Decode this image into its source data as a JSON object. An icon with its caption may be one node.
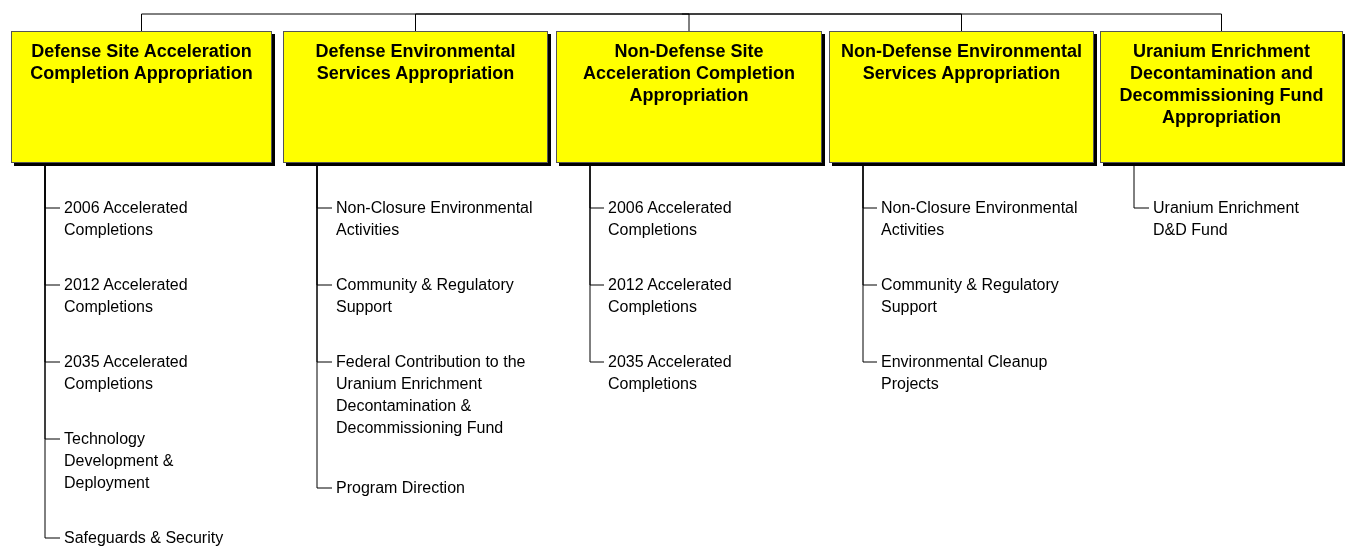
{
  "diagram": {
    "nodes": [
      {
        "text": [
          "Defense Site Acceleration Completion Appropriation"
        ]
      },
      {
        "text": [
          "Defense Environmental Services Appropriation"
        ]
      },
      {
        "text": [
          "Non-Defense Site Acceleration Completion Appropriation"
        ]
      },
      {
        "text": [
          "Non-Defense Environmental Services Appropriation"
        ]
      },
      {
        "text": [
          "Uranium Enrichment Decontamination and Decommissioning Fund Appropriation"
        ]
      },
      {
        "text": [
          "2006 Accelerated Completions"
        ]
      },
      {
        "text": [
          "2012 Accelerated Completions"
        ]
      },
      {
        "text": [
          "2035 Accelerated Completions"
        ]
      },
      {
        "text": [
          "Technology Development & Deployment"
        ]
      },
      {
        "text": [
          "Safeguards & Security"
        ]
      },
      {
        "text": [
          "Non-Closure Environmental Activities"
        ]
      },
      {
        "text": [
          "Community & Regulatory Support"
        ]
      },
      {
        "text": [
          "Federal Contribution to the Uranium Enrichment Decontamination & Decommissioning Fund"
        ]
      },
      {
        "text": [
          "Program Direction"
        ]
      },
      {
        "text": [
          "2006 Accelerated Completions"
        ]
      },
      {
        "text": [
          "2012 Accelerated Completions"
        ]
      },
      {
        "text": [
          "2035 Accelerated Completions"
        ]
      },
      {
        "text": [
          "Non-Closure Environmental Activities"
        ]
      },
      {
        "text": [
          "Community & Regulatory Support"
        ]
      },
      {
        "text": [
          "Environmental Cleanup Projects"
        ]
      },
      {
        "text": [
          "Uranium Enrichment D&D Fund"
        ]
      }
    ],
    "edges": [
      {
        "from": null,
        "to": 0,
        "arrow": "none"
      },
      {
        "from": null,
        "to": 1,
        "arrow": "none"
      },
      {
        "from": null,
        "to": 2,
        "arrow": "none"
      },
      {
        "from": null,
        "to": 3,
        "arrow": "none"
      },
      {
        "from": null,
        "to": 4,
        "arrow": "none"
      },
      {
        "from": 0,
        "to": 5,
        "arrow": "none"
      },
      {
        "from": 0,
        "to": 6,
        "arrow": "none"
      },
      {
        "from": 0,
        "to": 7,
        "arrow": "none"
      },
      {
        "from": 0,
        "to": 8,
        "arrow": "none"
      },
      {
        "from": 0,
        "to": 9,
        "arrow": "none"
      },
      {
        "from": 1,
        "to": 10,
        "arrow": "none"
      },
      {
        "from": 1,
        "to": 11,
        "arrow": "none"
      },
      {
        "from": 1,
        "to": 12,
        "arrow": "none"
      },
      {
        "from": 1,
        "to": 13,
        "arrow": "none"
      },
      {
        "from": 2,
        "to": 14,
        "arrow": "none"
      },
      {
        "from": 2,
        "to": 15,
        "arrow": "none"
      },
      {
        "from": 2,
        "to": 16,
        "arrow": "none"
      },
      {
        "from": 3,
        "to": 17,
        "arrow": "none"
      },
      {
        "from": 3,
        "to": 18,
        "arrow": "none"
      },
      {
        "from": 3,
        "to": 19,
        "arrow": "none"
      },
      {
        "from": 4,
        "to": 20,
        "arrow": "none"
      }
    ]
  }
}
